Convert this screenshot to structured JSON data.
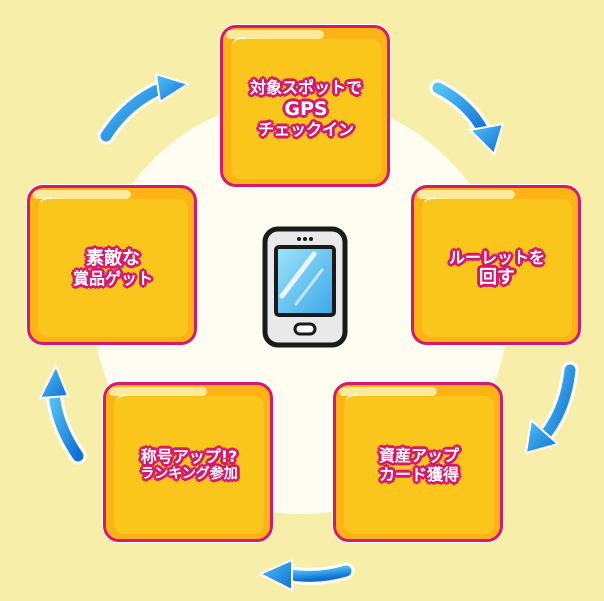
{
  "cycle": {
    "steps": [
      {
        "lines": [
          "対象スポットで",
          "GPS",
          "チェックイン"
        ]
      },
      {
        "lines": [
          "ルーレットを",
          "回す"
        ]
      },
      {
        "lines": [
          "資産アップ",
          "カード獲得"
        ]
      },
      {
        "lines": [
          "称号アップ!?",
          "ランキング参加"
        ]
      },
      {
        "lines": [
          "素敵な",
          "賞品ゲット"
        ]
      }
    ]
  },
  "center_icon": "smartphone-icon",
  "arrow_icon": "cycle-arrow-icon",
  "colors": {
    "background": "#f7eeaa",
    "circle": "#fffdf2",
    "card_fill": "#fbc61c",
    "card_border": "#d6196b",
    "text_outline": "#d6196b",
    "arrow": "#1e8fe0"
  }
}
